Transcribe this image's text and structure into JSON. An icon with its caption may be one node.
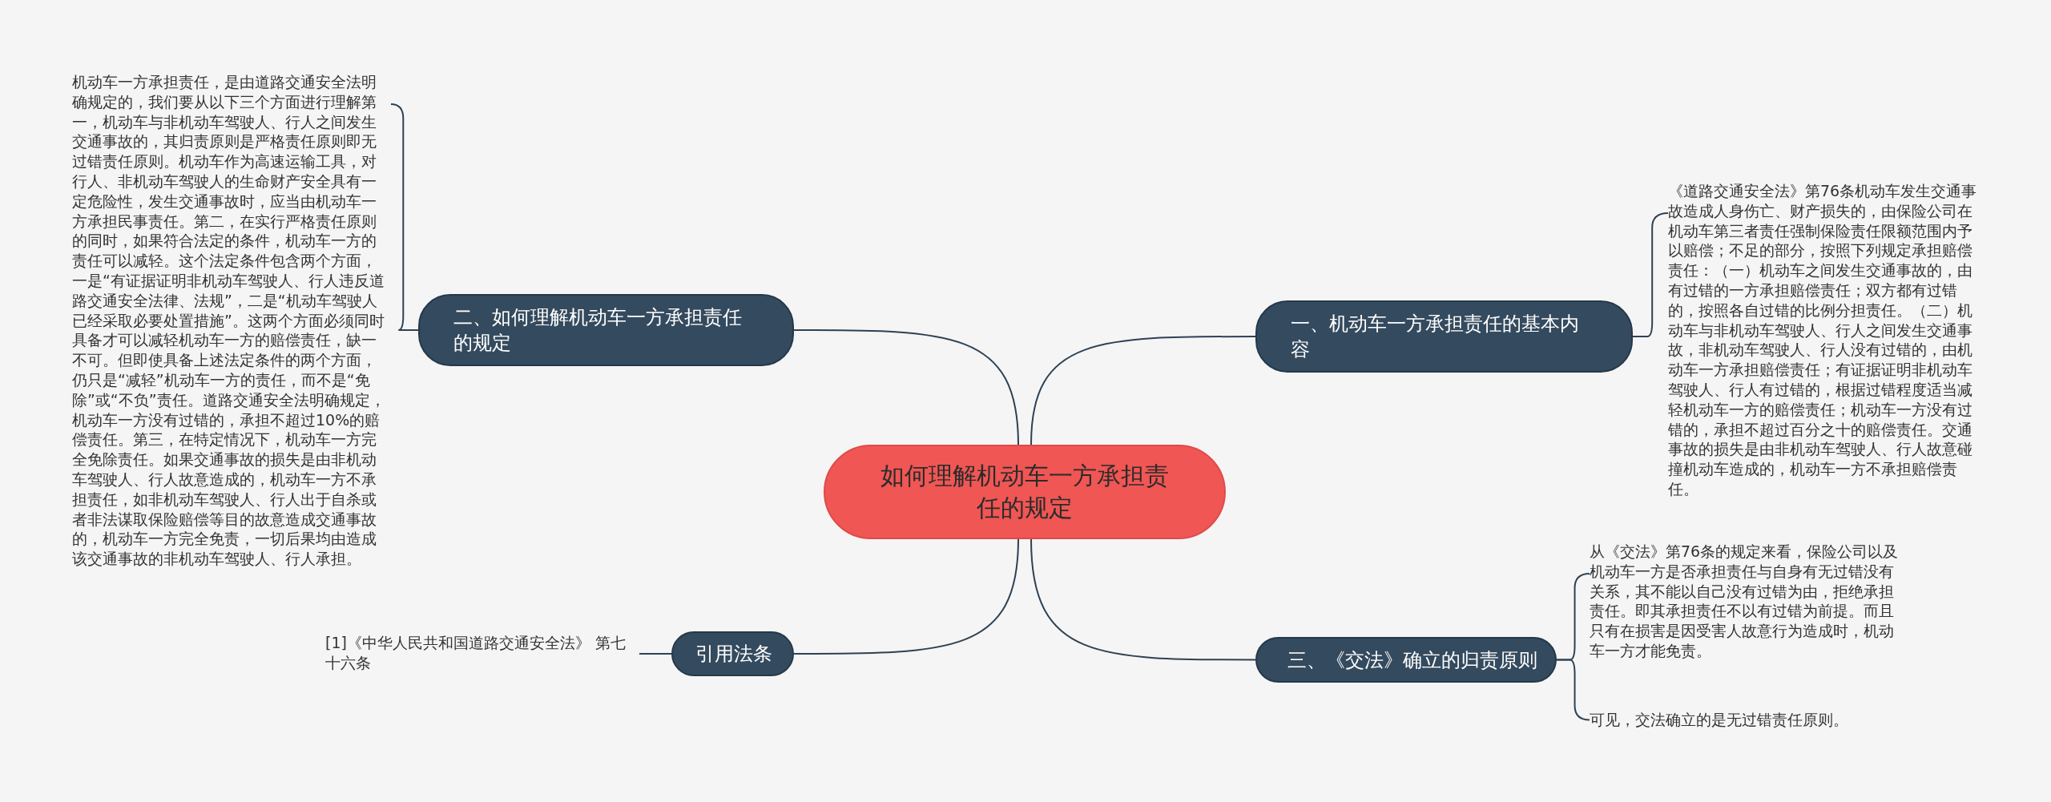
{
  "diagram": {
    "nodes": [
      {
        "text": [
          "如何理解机动车一方承担责任的规定"
        ]
      },
      {
        "text": [
          "一、机动车一方承担责任的基本内容"
        ]
      },
      {
        "text": [
          "《道路交通安全法》第76条机动车发生交通事故造成人身伤亡、财产损失的，由保险公司在机动车第三者责任强制保险责任限额范围内予以赔偿；不足的部分，按照下列规定承担赔偿责任：（一）机动车之间发生交通事故的，由有过错的一方承担赔偿责任；双方都有过错的，按照各自过错的比例分担责任。（二）机动车与非机动车驾驶人、行人之间发生交通事故，非机动车驾驶人、行人没有过错的，由机动车一方承担赔偿责任；有证据证明非机动车驾驶人、行人有过错的，根据过错程度适当减轻机动车一方的赔偿责任；机动车一方没有过错的，承担不超过百分之十的赔偿责任。交通事故的损失是由非机动车驾驶人、行人故意碰撞机动车造成的，机动车一方不承担赔偿责任。"
        ]
      },
      {
        "text": [
          "二、如何理解机动车一方承担责任的规定"
        ]
      },
      {
        "text": [
          "机动车一方承担责任，是由道路交通安全法明确规定的，我们要从以下三个方面进行理解第一，机动车与非机动车驾驶人、行人之间发生交通事故的，其归责原则是严格责任原则即无过错责任原则。机动车作为高速运输工具，对行人、非机动车驾驶人的生命财产安全具有一定危险性，发生交通事故时，应当由机动车一方承担民事责任。第二，在实行严格责任原则的同时，如果符合法定的条件，机动车一方的责任可以减轻。这个法定条件包含两个方面，一是“有证据证明非机动车驾驶人、行人违反道路交通安全法律、法规”，二是“机动车驾驶人已经采取必要处置措施”。这两个方面必须同时具备才可以减轻机动车一方的赔偿责任，缺一不可。但即使具备上述法定条件的两个方面，仍只是“减轻”机动车一方的责任，而不是“免除”或“不负”责任。道路交通安全法明确规定，机动车一方没有过错的，承担不超过10%的赔偿责任。第三，在特定情况下，机动车一方完全免除责任。如果交通事故的损失是由非机动车驾驶人、行人故意造成的，机动车一方不承担责任，如非机动车驾驶人、行人出于自杀或者非法谋取保险赔偿等目的故意造成交通事故的，机动车一方完全免责，一切后果均由造成该交通事故的非机动车驾驶人、行人承担。"
        ]
      },
      {
        "text": [
          "三、《交法》确立的归责原则"
        ]
      },
      {
        "text": [
          "从《交法》第76条的规定来看，保险公司以及机动车一方是否承担责任与自身有无过错没有关系，其不能以自己没有过错为由，拒绝承担责任。即其承担责任不以有过错为前提。而且只有在损害是因受害人故意行为造成时，机动车一方才能免责。"
        ]
      },
      {
        "text": [
          "可见，交法确立的是无过错责任原则。"
        ]
      },
      {
        "text": [
          "引用法条"
        ]
      },
      {
        "text": [
          "[1]《中华人民共和国道路交通安全法》 第七十六条"
        ]
      }
    ],
    "edges": [
      {
        "from": 0,
        "to": 1,
        "arrow": "none"
      },
      {
        "from": 1,
        "to": 2,
        "arrow": "none"
      },
      {
        "from": 0,
        "to": 3,
        "arrow": "none"
      },
      {
        "from": 3,
        "to": 4,
        "arrow": "none"
      },
      {
        "from": 0,
        "to": 5,
        "arrow": "none"
      },
      {
        "from": 5,
        "to": 6,
        "arrow": "none"
      },
      {
        "from": 5,
        "to": 7,
        "arrow": "none"
      },
      {
        "from": 0,
        "to": 8,
        "arrow": "none"
      },
      {
        "from": 8,
        "to": 9,
        "arrow": "none"
      }
    ]
  }
}
